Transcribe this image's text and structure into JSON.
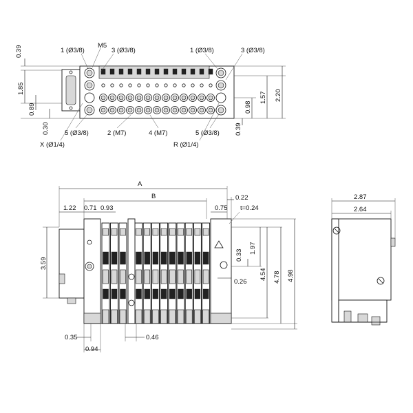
{
  "top_view": {
    "labels": {
      "port1_left": "1 (Ø3/8)",
      "m5": "M5",
      "port3_left": "3 (Ø3/8)",
      "port1_right": "1 (Ø3/8)",
      "port3_right": "3 (Ø3/8)",
      "port5_left": "5 (Ø3/8)",
      "port2": "2 (M7)",
      "port4": "4 (M7)",
      "port5_right": "5 (Ø3/8)",
      "port_x": "X (Ø1/4)",
      "port_r": "R (Ø1/4)"
    },
    "dims": {
      "left_039": "0.39",
      "left_185": "1.85",
      "left_089": "0.89",
      "left_030": "0.30",
      "right_098": "0.98",
      "right_157": "1.57",
      "right_220": "2.20",
      "right_039": "0.39"
    }
  },
  "front_view": {
    "dims": {
      "A": "A",
      "B": "B",
      "d122": "1.22",
      "d071": "0.71",
      "d093": "0.93",
      "d075": "0.75",
      "d022": "0.22",
      "t024": "t=0.24",
      "d359": "3.59",
      "d033": "0.33",
      "d197": "1.97",
      "d026": "0.26",
      "d454": "4.54",
      "d478": "4.78",
      "d498": "4.98",
      "d035": "0.35",
      "d094": "0.94",
      "d046": "0.46"
    }
  },
  "side_view": {
    "dims": {
      "d287": "2.87",
      "d264": "2.64"
    }
  }
}
